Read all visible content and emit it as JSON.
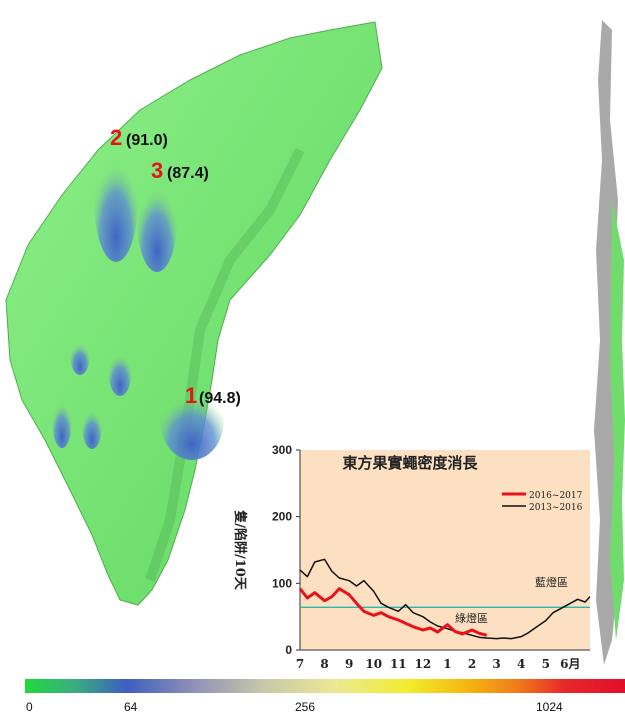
{
  "peaks": [
    {
      "rank": "2",
      "value": "(91.0)"
    },
    {
      "rank": "3",
      "value": "(87.4)"
    },
    {
      "rank": "1",
      "value": "(94.8)"
    }
  ],
  "colorbar": {
    "ticks": [
      "0",
      "64",
      "256",
      "1024"
    ],
    "colors": [
      "#1fd93b",
      "#3d5fbf",
      "#ece992",
      "#f2ec2b",
      "#f07c18",
      "#e20d2a"
    ]
  },
  "chart_data": {
    "type": "line",
    "title": "東方果實蠅密度消長",
    "ylabel": "隻/陷阱/10天",
    "xlabel": "",
    "x_ticks": [
      "7",
      "8",
      "9",
      "10",
      "11",
      "12",
      "1",
      "2",
      "3",
      "4",
      "5",
      "6月"
    ],
    "y_ticks": [
      "0",
      "100",
      "200",
      "300"
    ],
    "ylim": [
      0,
      300
    ],
    "xlim": [
      7,
      18.8
    ],
    "grid": false,
    "legend_position": "top-right",
    "background": "#fde0c2",
    "series": [
      {
        "name": "2016~2017",
        "color": "#e8121a",
        "x": [
          7.0,
          7.3,
          7.6,
          8.0,
          8.3,
          8.6,
          9.0,
          9.3,
          9.6,
          10.0,
          10.3,
          10.6,
          11.0,
          11.3,
          11.6,
          12.0,
          12.3,
          12.6,
          13.0,
          13.3,
          13.6,
          14.0,
          14.3,
          14.6
        ],
        "y": [
          92,
          78,
          86,
          74,
          80,
          92,
          83,
          70,
          58,
          52,
          56,
          50,
          45,
          40,
          35,
          30,
          33,
          27,
          38,
          28,
          24,
          30,
          25,
          22
        ]
      },
      {
        "name": "2013~2016",
        "color": "#111111",
        "x": [
          7.0,
          7.3,
          7.6,
          8.0,
          8.3,
          8.6,
          9.0,
          9.3,
          9.6,
          10.0,
          10.3,
          10.6,
          11.0,
          11.3,
          11.6,
          12.0,
          12.3,
          12.6,
          13.0,
          13.3,
          13.6,
          14.0,
          14.3,
          14.6,
          15.0,
          15.3,
          15.6,
          16.0,
          16.3,
          16.6,
          17.0,
          17.3,
          17.6,
          18.0,
          18.3,
          18.6,
          18.8
        ],
        "y": [
          120,
          110,
          132,
          136,
          118,
          108,
          104,
          96,
          104,
          88,
          70,
          64,
          58,
          68,
          56,
          50,
          42,
          36,
          32,
          28,
          26,
          22,
          19,
          18,
          17,
          18,
          17,
          20,
          26,
          34,
          44,
          56,
          62,
          70,
          76,
          72,
          80
        ]
      },
      {
        "name": "",
        "color": "#2ab8b0",
        "x": [
          7,
          18.8
        ],
        "y": [
          64,
          64
        ]
      }
    ],
    "annotations": [
      "綠燈區",
      "藍燈區"
    ]
  }
}
